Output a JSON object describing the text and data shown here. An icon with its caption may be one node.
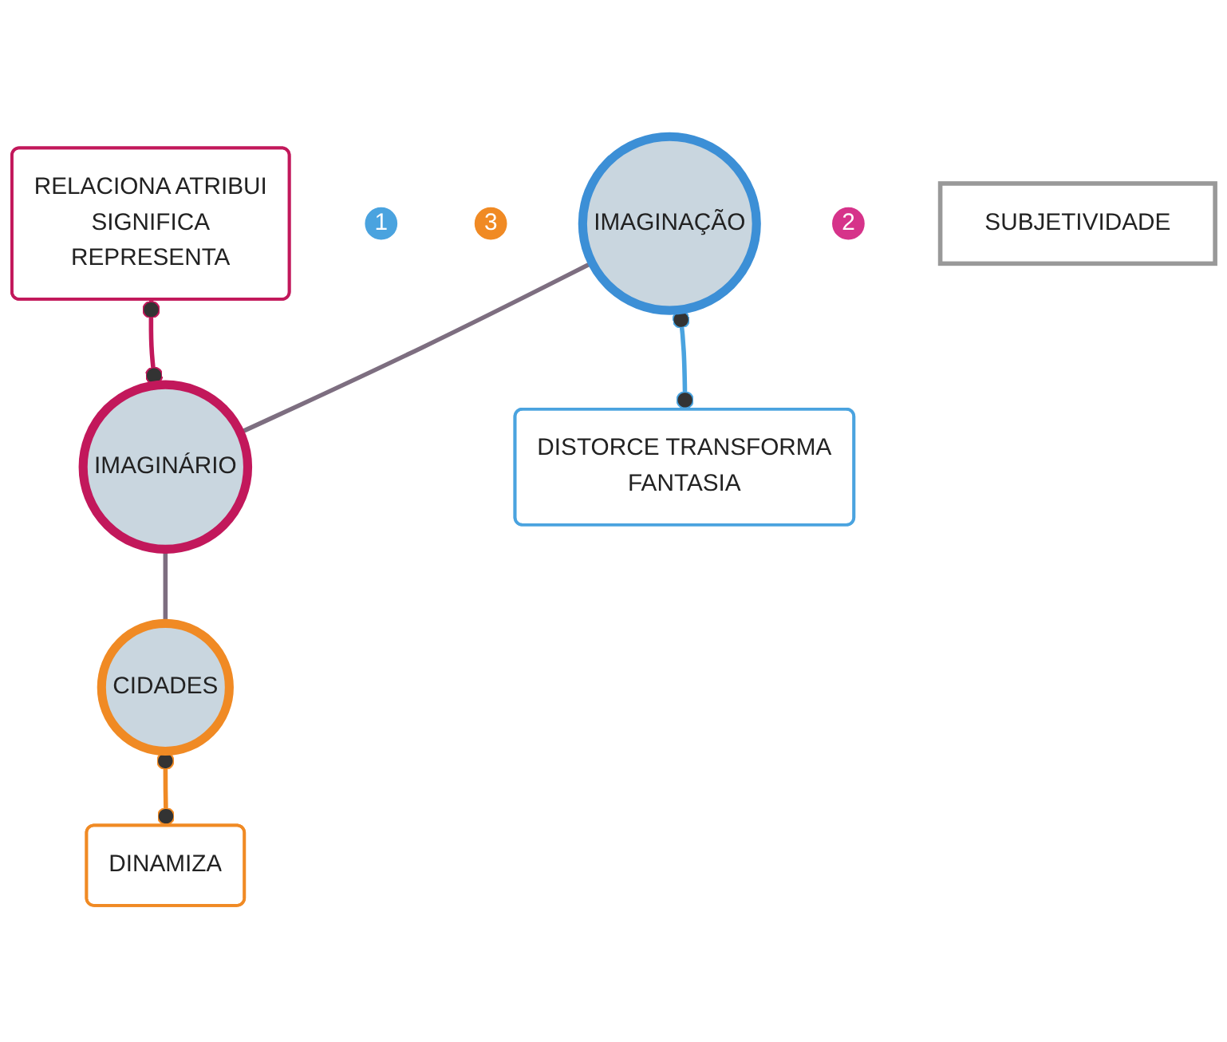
{
  "diagram": {
    "nodes": [
      {
        "text": [
          "RELACIONA ATRIBUI",
          "SIGNIFICA",
          "REPRESENTA"
        ]
      },
      {
        "text": [
          "1"
        ]
      },
      {
        "text": [
          "3"
        ]
      },
      {
        "text": [
          "IMAGINAÇÃO"
        ]
      },
      {
        "text": [
          "CIDADES"
        ]
      },
      {
        "text": [
          "IMAGINÁRIO"
        ]
      },
      {
        "text": [
          "2"
        ]
      },
      {
        "text": [
          "DISTORCE TRANSFORMA",
          "FANTASIA"
        ]
      },
      {
        "text": [
          "DINAMIZA"
        ]
      },
      {
        "text": [
          "SUBJETIVIDADE"
        ]
      }
    ],
    "edges": [
      {
        "from": 3,
        "to": 5,
        "arrow": "none",
        "color": "#7d6e80"
      },
      {
        "from": 5,
        "to": 4,
        "arrow": "none",
        "color": "#7d6e80"
      },
      {
        "from": 0,
        "to": 5,
        "arrow": "other",
        "color": "#c2185b"
      },
      {
        "from": 3,
        "to": 7,
        "arrow": "other",
        "color": "#4aa3df"
      },
      {
        "from": 4,
        "to": 8,
        "arrow": "other",
        "color": "#f08a24"
      }
    ]
  }
}
